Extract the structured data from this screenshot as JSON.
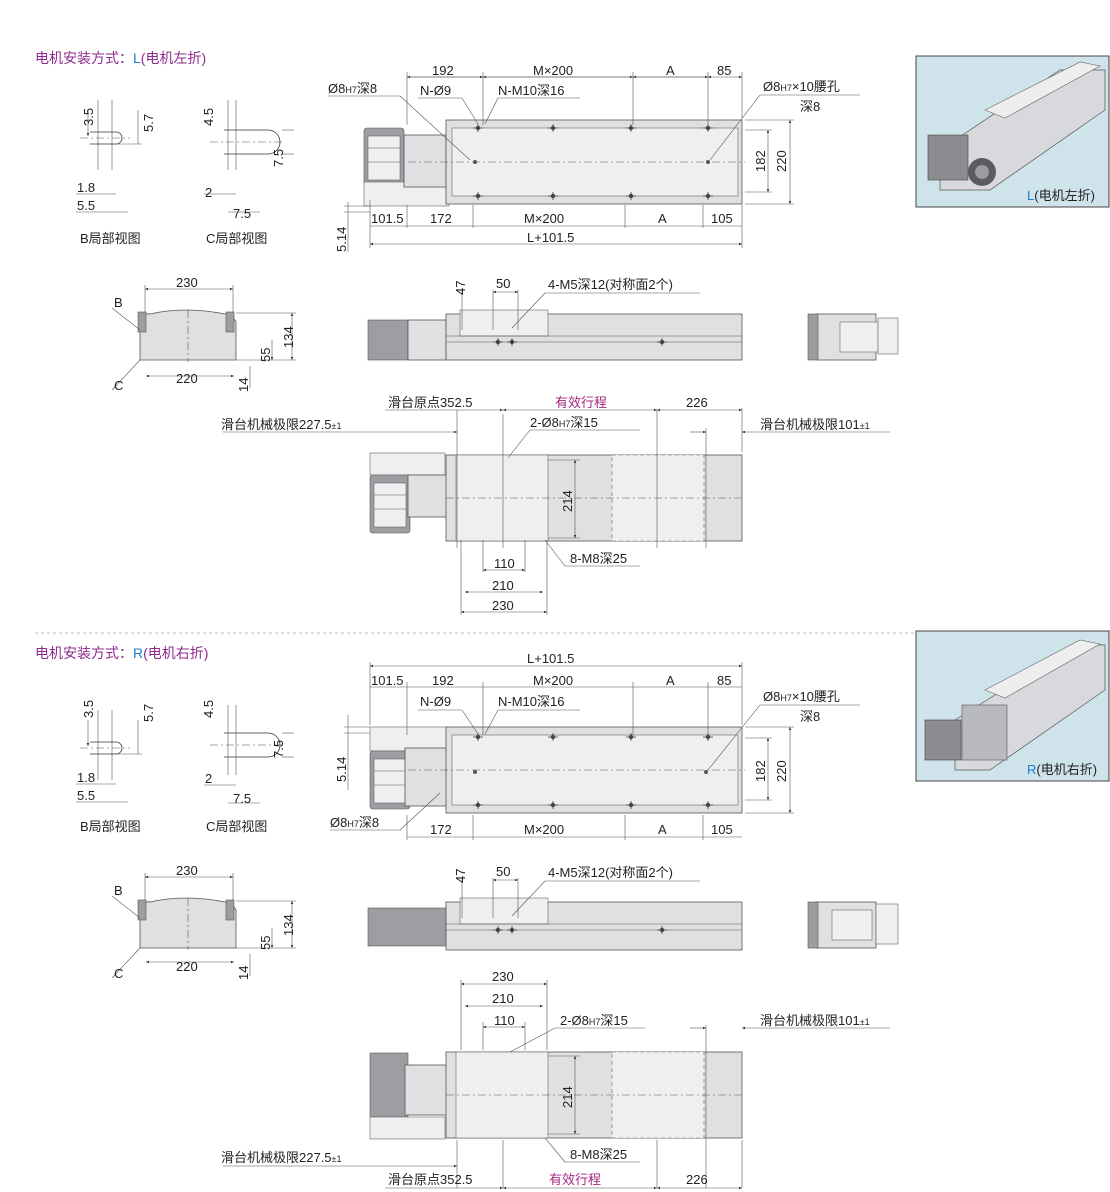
{
  "sections": [
    {
      "heading_prefix": "电机安装方式：",
      "heading_code": "L",
      "heading_suffix": "(电机左折)",
      "photo_caption_code": "L",
      "photo_caption_text": "(电机左折)"
    },
    {
      "heading_prefix": "电机安装方式：",
      "heading_code": "R",
      "heading_suffix": "(电机右折)",
      "photo_caption_code": "R",
      "photo_caption_text": "(电机右折)"
    }
  ],
  "partial_views": {
    "b_caption": "B局部视图",
    "c_caption": "C局部视图",
    "b_dims": [
      "3.5",
      "5.7",
      "1.8",
      "5.5"
    ],
    "c_dims": [
      "4.5",
      "7.5",
      "2",
      "7.5"
    ]
  },
  "end_view": {
    "top_width": "230",
    "bottom_width": "220",
    "height": "134",
    "height2": "55",
    "offset": "14",
    "label_b": "B",
    "label_c": "C"
  },
  "top_view": {
    "d192": "192",
    "mx200": "M×200",
    "a": "A",
    "d85": "85",
    "hole_left": "Ø8",
    "hole_left_tol": "H7",
    "hole_left_depth": "深8",
    "n_phi9": "N-Ø9",
    "n_m10": "N-M10深16",
    "slot_hole": "Ø8",
    "slot_tol": "H7",
    "slot_rest": "×10腰孔",
    "slot_depth": "深8",
    "d182": "182",
    "d220": "220",
    "d101_5": "101.5",
    "d172": "172",
    "d105": "105",
    "total": "L+101.5",
    "d5_14": "5.14"
  },
  "side_view": {
    "d47": "47",
    "d50": "50",
    "m5": "4-M5深12(对称面2个)"
  },
  "stroke_view": {
    "origin": "滑台原点352.5",
    "effective": "有效行程",
    "d226": "226",
    "limit_left": "滑台机械极限227.5",
    "limit_left_tol": "±1",
    "limit_right": "滑台机械极限101",
    "limit_right_tol": "±1",
    "pin": "2-Ø8",
    "pin_tol": "H7",
    "pin_depth": "深15",
    "d214": "214",
    "m8": "8-M8深25",
    "d110": "110",
    "d210": "210",
    "d230": "230"
  }
}
